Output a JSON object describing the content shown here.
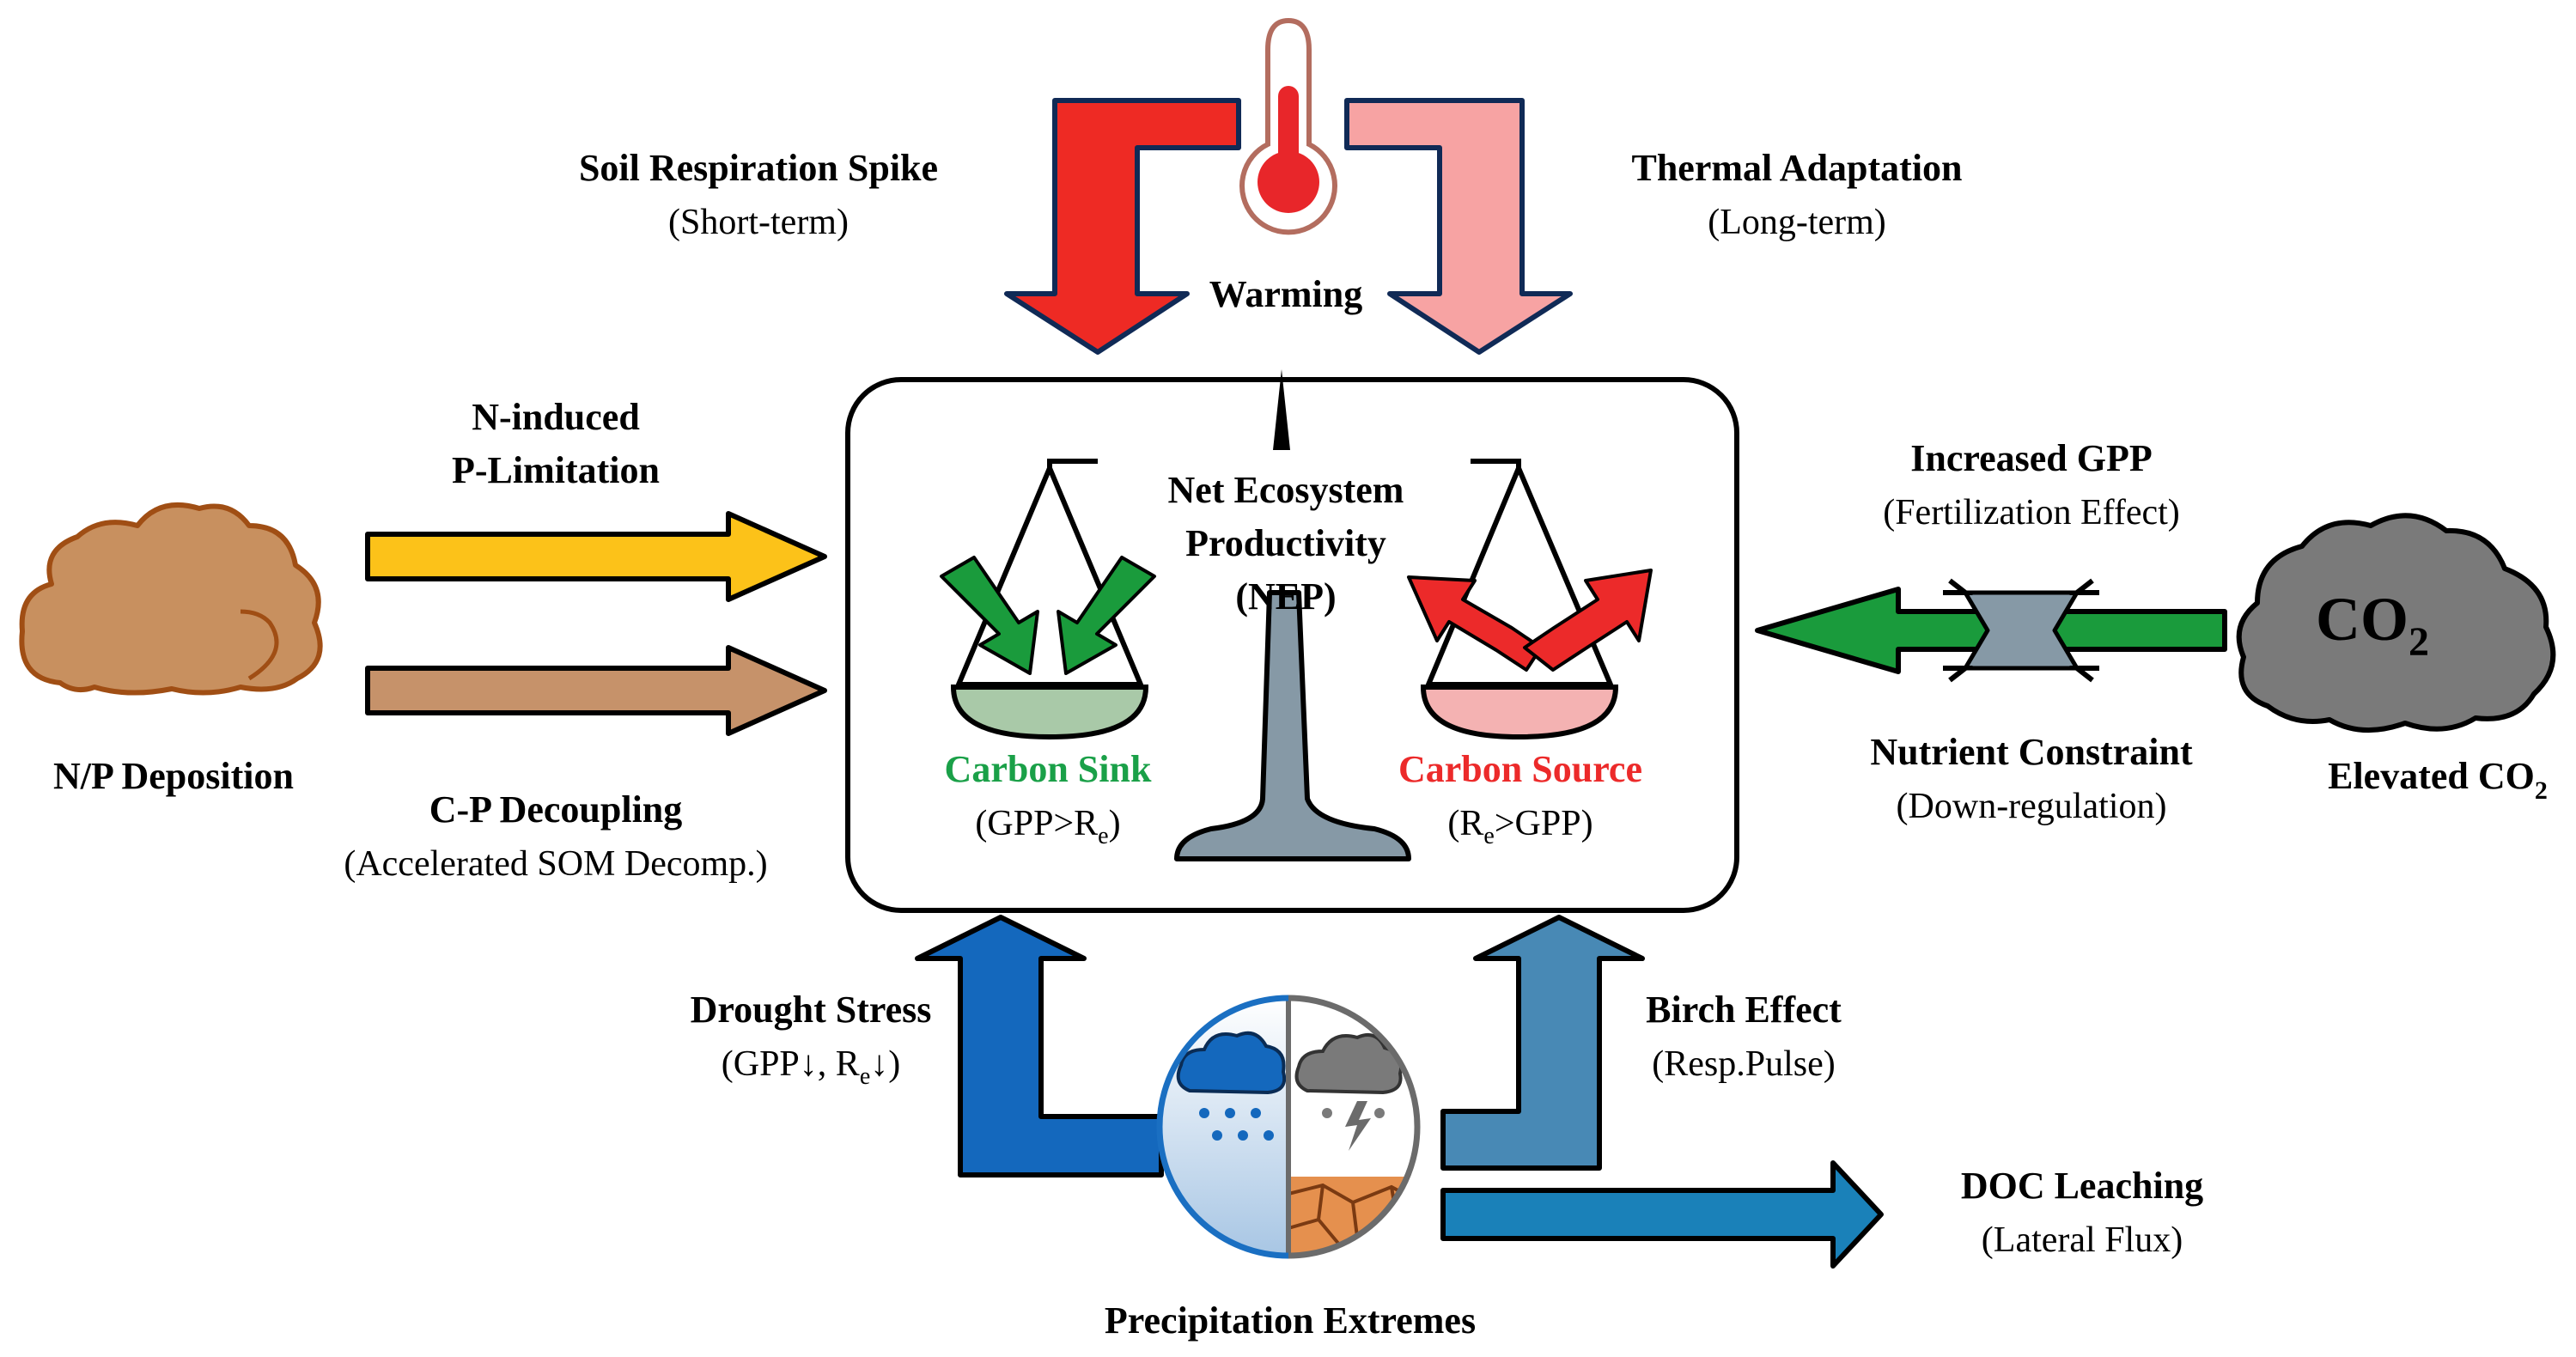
{
  "colors": {
    "warming_red": "#ee2a24",
    "warming_pink": "#f7a3a3",
    "np_yellow": "#fcc219",
    "np_brown": "#c6926a",
    "co2_green": "#1a9b3c",
    "precip_blue": "#1468bd",
    "birch_blue": "#4889b5",
    "doc_blue": "#1a81b9",
    "balance_grey": "#8699a6",
    "sink_green": "#1aa048",
    "source_red": "#ec2a2a",
    "cloud_brown": "#c8905f",
    "cloud_grey": "#7a7a7a"
  },
  "center": {
    "title_line1": "Net Ecosystem",
    "title_line2": "Productivity",
    "title_line3": "(NEP)",
    "sink_label": "Carbon Sink",
    "sink_sub_a": "(GPP>R",
    "sink_sub_sub": "e",
    "sink_sub_b": ")",
    "source_label": "Carbon Source",
    "source_sub_a": "(R",
    "source_sub_sub": "e",
    "source_sub_b": ">GPP)"
  },
  "warming": {
    "label": "Warming",
    "left_title": "Soil Respiration Spike",
    "left_sub": "(Short-term)",
    "right_title": "Thermal Adaptation",
    "right_sub": "(Long-term)"
  },
  "np": {
    "source_label": "N/P Deposition",
    "top_line1": "N-induced",
    "top_line2": "P-Limitation",
    "bottom_title": "C-P Decoupling",
    "bottom_sub": "(Accelerated SOM Decomp.)"
  },
  "co2": {
    "cloud_text_main": "CO",
    "cloud_text_sub": "2",
    "source_label_main": "Elevated CO",
    "source_label_sub": "2",
    "top_title": "Increased GPP",
    "top_sub": "(Fertilization Effect)",
    "bottom_title": "Nutrient Constraint",
    "bottom_sub": "(Down-regulation)"
  },
  "precip": {
    "label": "Precipitation Extremes",
    "left_title": "Drought Stress",
    "left_sub_a": "(GPP↓, R",
    "left_sub_sub": "e",
    "left_sub_b": "↓)",
    "right_title": "Birch Effect",
    "right_sub": "(Resp.Pulse)",
    "doc_title": "DOC Leaching",
    "doc_sub": "(Lateral Flux)"
  }
}
